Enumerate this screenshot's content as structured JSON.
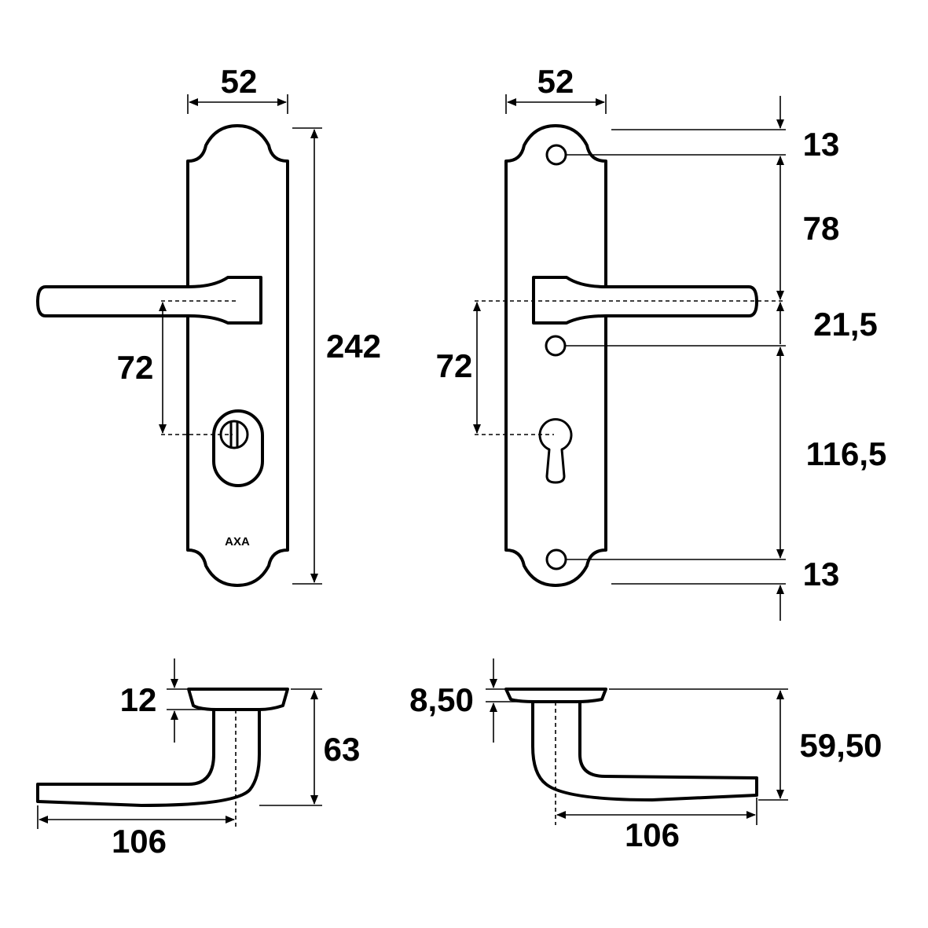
{
  "front_view": {
    "logo": "AXA",
    "width": "52",
    "height": "242",
    "lever_to_cylinder": "72"
  },
  "back_view": {
    "width": "52",
    "lever_to_keyhole": "72",
    "top_hole": "13",
    "hole_to_lever": "78",
    "lever_to_hole": "21,5",
    "hole_to_bottom_hole": "116,5",
    "bottom_hole": "13"
  },
  "side_view_left": {
    "rose_thickness": "12",
    "projection": "63",
    "lever_length": "106"
  },
  "side_view_right": {
    "rose_thickness": "8,50",
    "projection": "59,50",
    "lever_length": "106"
  }
}
